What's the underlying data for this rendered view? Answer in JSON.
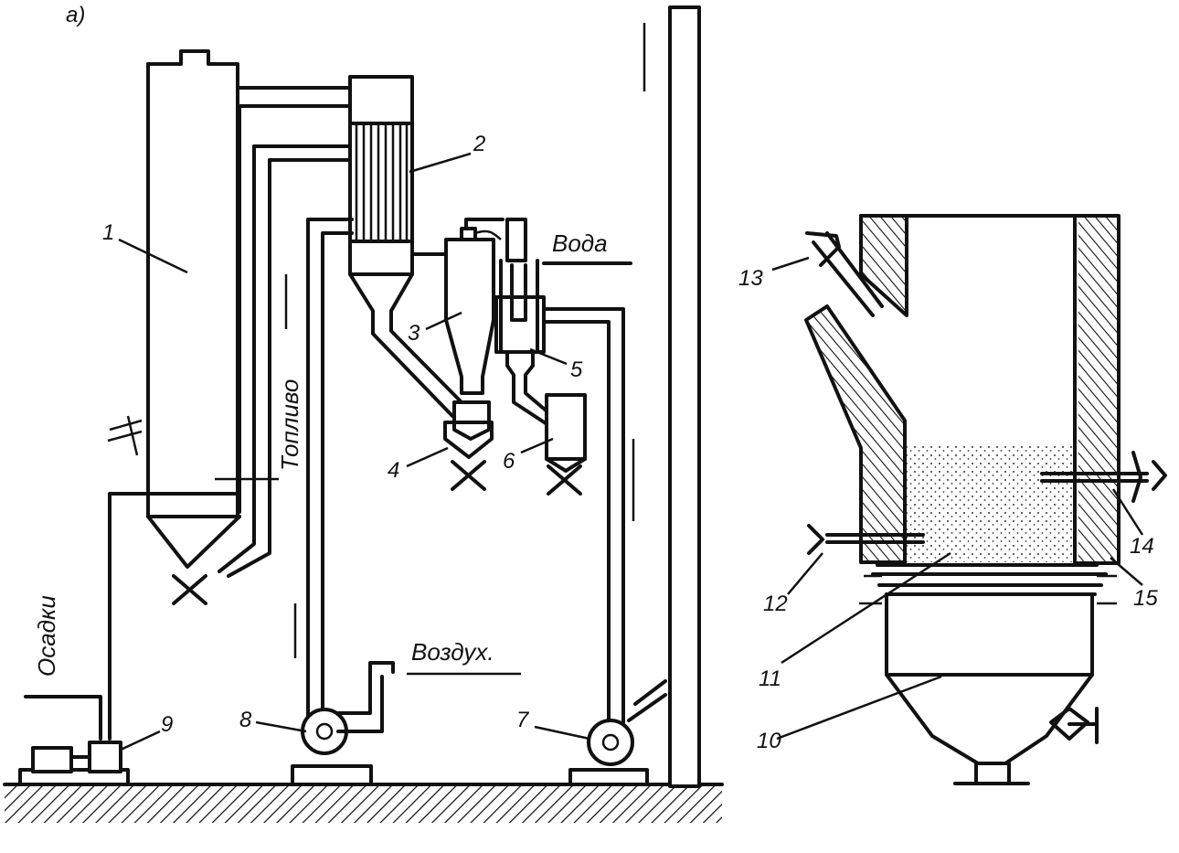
{
  "figure": {
    "panel_label": "а)",
    "flow_labels": {
      "water": "Вода",
      "fuel": "Топливо",
      "air": "Воздух.",
      "sludge": "Осадки"
    },
    "callouts": [
      "1",
      "2",
      "3",
      "4",
      "5",
      "6",
      "7",
      "8",
      "9",
      "10",
      "11",
      "12",
      "13",
      "14",
      "15"
    ]
  }
}
